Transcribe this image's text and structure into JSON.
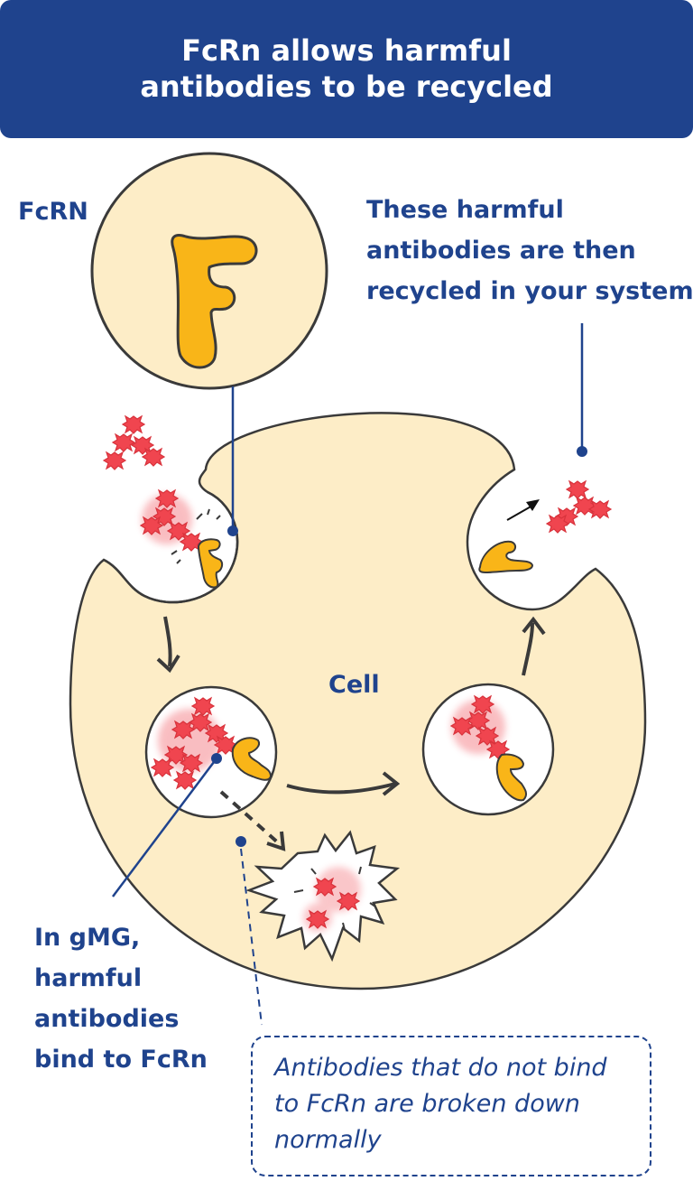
{
  "header": {
    "title_line1": "FcRn allows harmful",
    "title_line2": "antibodies to be recycled"
  },
  "labels": {
    "fcrn": "FcRN",
    "recycled_line1": "These harmful",
    "recycled_line2": "antibodies are then",
    "recycled_line3": "recycled in your system",
    "cell": "Cell",
    "bind_line1": "In gMG,",
    "bind_line2": "harmful",
    "bind_line3": "antibodies",
    "bind_line4": "bind to FcRn"
  },
  "note": {
    "line1": "Antibodies that do not bind",
    "line2": "to FcRn are broken down",
    "line3": "normally"
  },
  "colors": {
    "navy": "#1f438d",
    "cell_fill": "#fdedc7",
    "fcrn_fill": "#f9b518",
    "antibody_fill": "#f0454f",
    "outline": "#3a3a3a"
  },
  "icons": [
    "fcrn-receptor-icon",
    "antibody-icon",
    "breakdown-burst-icon"
  ]
}
